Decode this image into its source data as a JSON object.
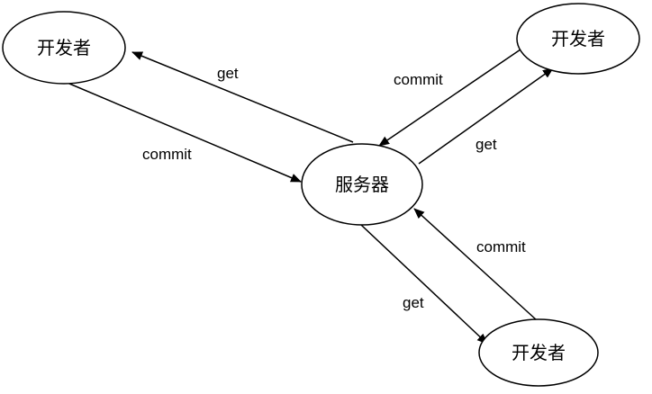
{
  "nodes": {
    "dev_top_left": {
      "label": "开发者"
    },
    "dev_top_right": {
      "label": "开发者"
    },
    "server": {
      "label": "服务器"
    },
    "dev_bottom": {
      "label": "开发者"
    }
  },
  "edges": {
    "server_to_top_left": {
      "label": "get"
    },
    "top_left_to_server": {
      "label": "commit"
    },
    "top_right_to_server": {
      "label": "commit"
    },
    "server_to_top_right": {
      "label": "get"
    },
    "bottom_to_server": {
      "label": "commit"
    },
    "server_to_bottom": {
      "label": "get"
    }
  },
  "colors": {
    "stroke": "#000000",
    "background": "#ffffff"
  }
}
